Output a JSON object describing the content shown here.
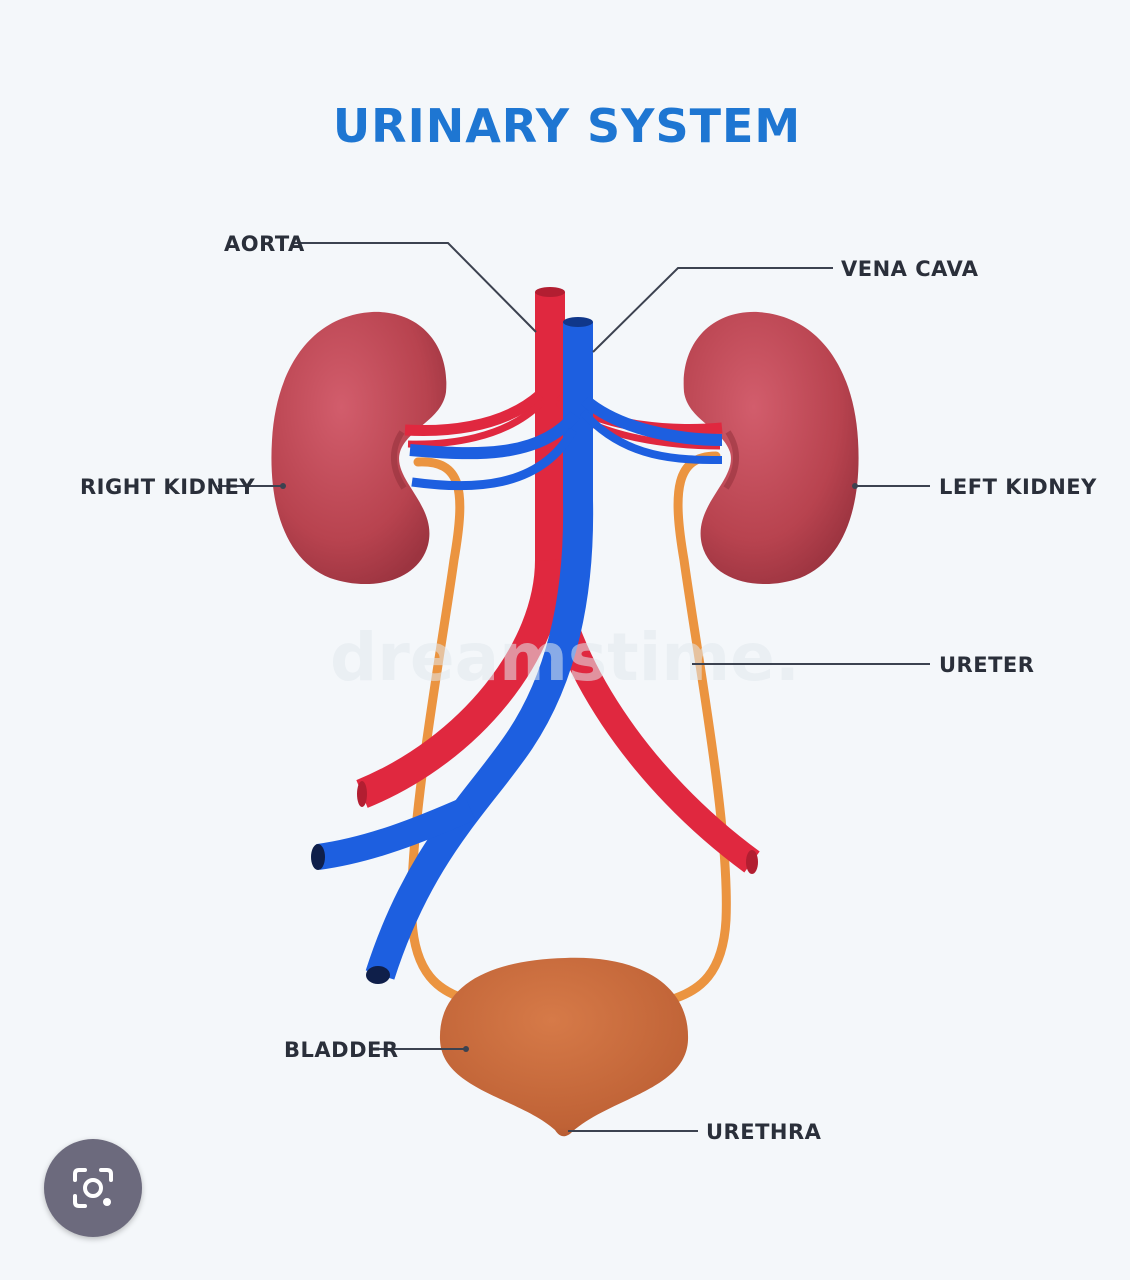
{
  "diagram": {
    "title": "URINARY SYSTEM",
    "watermark": "dreamstime.",
    "labels": {
      "aorta": "AORTA",
      "vena_cava": "VENA CAVA",
      "right_kidney": "RIGHT KIDNEY",
      "left_kidney": "LEFT KIDNEY",
      "ureter": "URETER",
      "bladder": "BLADDER",
      "urethra": "URETHRA"
    }
  },
  "colors": {
    "title": "#1e76d2",
    "kidney": "#c24a5a",
    "artery": "#e0283f",
    "vein": "#1d5fe0",
    "ureter": "#eb9440",
    "bladder": "#c76c3f",
    "background": "#f4f7fa"
  },
  "overlay": {
    "lens_button_icon": "camera-search-icon"
  }
}
